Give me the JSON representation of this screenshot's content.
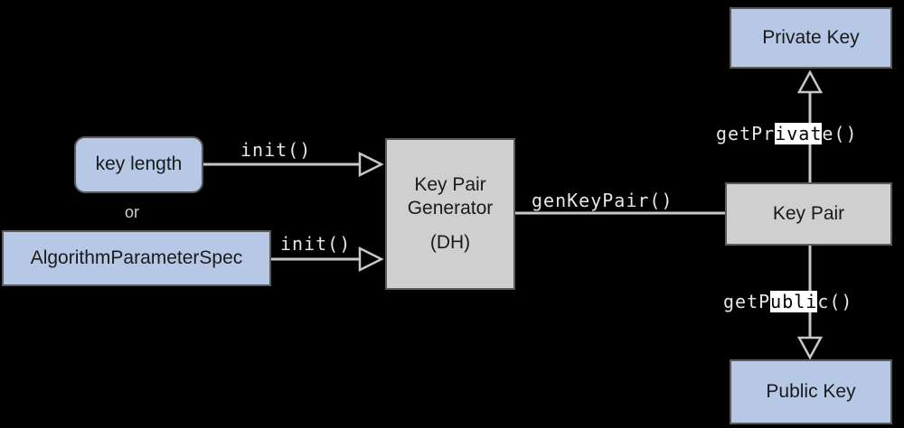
{
  "nodes": {
    "key_length": "key length",
    "or": "or",
    "algorithm_parameter_spec": "AlgorithmParameterSpec",
    "key_pair_generator": [
      "Key Pair",
      "Generator",
      "(DH)"
    ],
    "key_pair": "Key Pair",
    "private_key": "Private Key",
    "public_key": "Public Key"
  },
  "edges": {
    "init_top": "init()",
    "init_bottom": "init()",
    "gen_key_pair": "genKeyPair()",
    "get_private": {
      "pre": "getPr",
      "hl": "ivat",
      "post": "e()"
    },
    "get_public": {
      "pre": "getP",
      "hl": "ubli",
      "post": "c()"
    }
  },
  "colors": {
    "background": "#000000",
    "node_blue": "#b7c8e6",
    "node_gray": "#cfcfcf",
    "connector": "#c8c8c8"
  }
}
